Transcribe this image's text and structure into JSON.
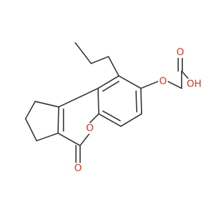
{
  "molecule": {
    "atoms": {
      "ether_oxygen": "O",
      "acid_carbonyl_oxygen": "O",
      "acid_hydroxyl": "OH",
      "ring_oxygen": "O",
      "lactone_carbonyl_oxygen": "O"
    },
    "colors": {
      "bond": "#3a3a3a",
      "heteroatom": "#e8341c",
      "background": "#ffffff"
    }
  }
}
